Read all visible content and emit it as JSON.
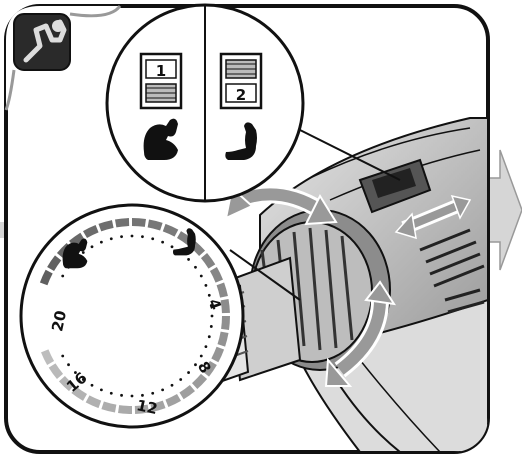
{
  "gear_selector": {
    "gear_1_label": "1",
    "gear_2_label": "2",
    "gear_1_icon": "flexed-arm-strong-icon",
    "gear_2_icon": "flexed-arm-light-icon"
  },
  "torque_dial": {
    "marks": [
      "20",
      "16",
      "12",
      "8",
      "4"
    ],
    "strong_icon": "flexed-arm-strong-icon",
    "light_icon": "flexed-arm-light-icon"
  },
  "corner_icon": "wrench-tool-icon",
  "colors": {
    "outline": "#111111",
    "arrow_gray": "#9a9a9a",
    "corner_bg": "#2a2a2a",
    "dial_ring_light": "#c8c8c8",
    "dial_ring_dark": "#6a6a6a"
  }
}
